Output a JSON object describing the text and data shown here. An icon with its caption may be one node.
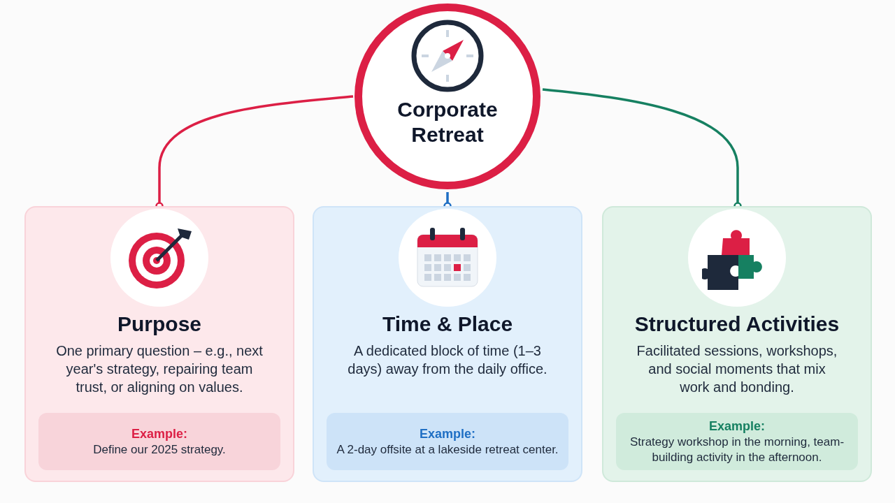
{
  "diagram": {
    "nodes": [
      {
        "text": [
          "Corporate Retreat"
        ]
      },
      {
        "text": [
          "Purpose",
          "One primary question – e.g., next year's strategy, repairing team trust, or aligning on values."
        ]
      },
      {
        "text": [
          "Example:",
          "Define our 2025 strategy."
        ],
        "in": 1
      },
      {
        "text": [
          "Time & Place",
          "A dedicated block of time (1–3 days) away from the daily office."
        ]
      },
      {
        "text": [
          "Example:",
          "A 2-day offsite at a lakeside retreat center."
        ],
        "in": 3
      },
      {
        "text": [
          "Structured Activities",
          "Facilitated sessions, workshops, and social moments that mix work and bonding."
        ]
      },
      {
        "text": [
          "Example:",
          "Strategy workshop in the morning, team-building activity in the afternoon."
        ],
        "in": 5
      }
    ],
    "edges": [
      {
        "from": 0,
        "to": 1,
        "arrow": "other",
        "color": "#dc1f45"
      },
      {
        "from": 0,
        "to": 3,
        "arrow": "other",
        "color": "#1f6fc4"
      },
      {
        "from": 0,
        "to": 5,
        "arrow": "other",
        "color": "#168061"
      }
    ]
  }
}
